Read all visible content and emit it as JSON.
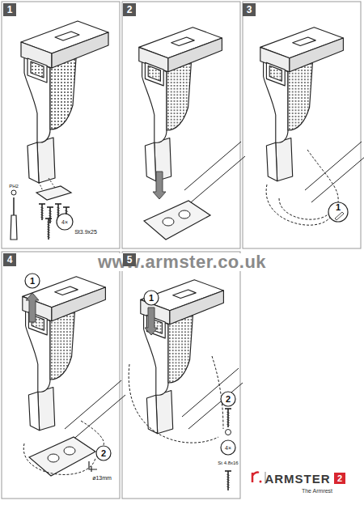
{
  "diagram": {
    "labels": [
      "1",
      "PH2",
      "4×",
      "St3.9x25",
      "2",
      "3",
      "1",
      "www.armster.co.uk",
      "4",
      "1",
      "2",
      "ø13mm",
      "5",
      "1",
      "2",
      "4×",
      "St 4.8x16",
      "ARMSTER",
      "2",
      "The Armrest"
    ]
  }
}
